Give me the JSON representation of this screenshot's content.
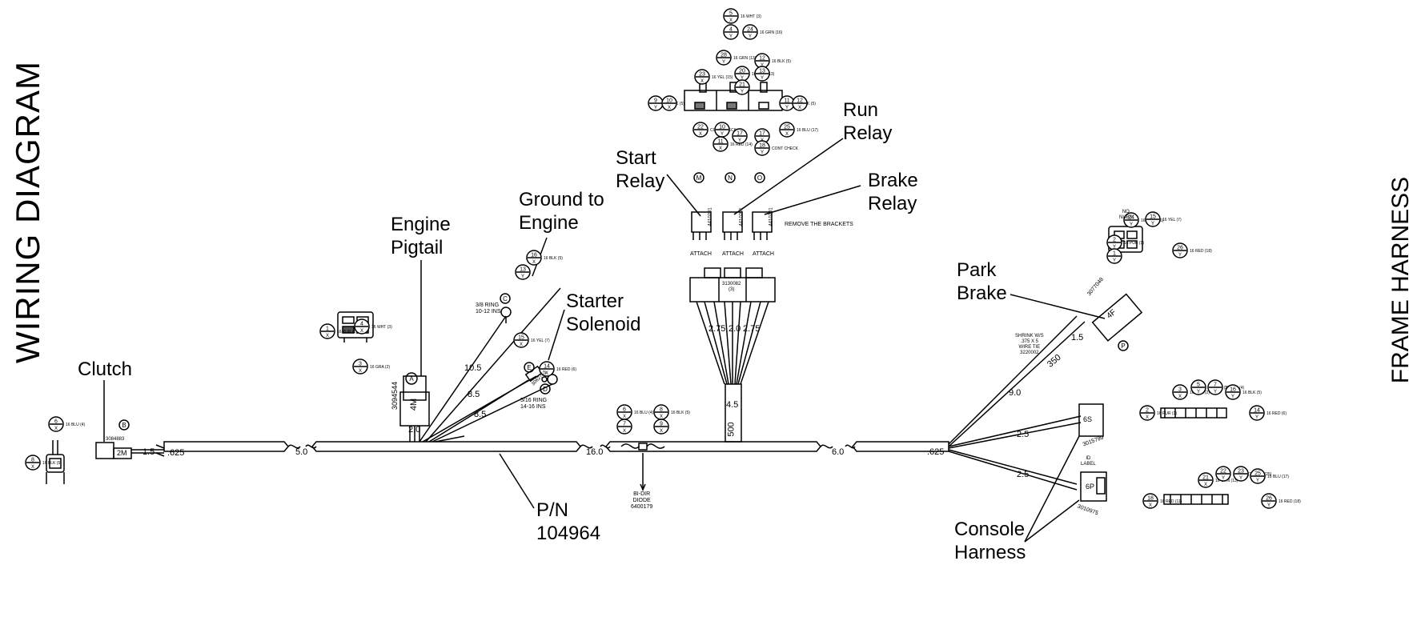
{
  "page_title": "WIRING DIAGRAM",
  "side_title": "FRAME HARNESS",
  "callouts": {
    "clutch": "Clutch",
    "engine_pigtail": "Engine\nPigtail",
    "ground_to_engine": "Ground to\nEngine",
    "starter_solenoid": "Starter\nSolenoid",
    "start_relay": "Start\nRelay",
    "run_relay": "Run\nRelay",
    "brake_relay": "Brake\nRelay",
    "park_brake": "Park\nBrake",
    "part_number": "P/N\n104964",
    "console_harness": "Console\nHarness"
  },
  "dimensions": {
    "d_0625_left": ".625",
    "d_1_5": "1.5",
    "d_5_0": "5.0",
    "d_2_0": "2.0",
    "d_10_5": "10.5",
    "d_8_5a": "8.5",
    "d_8_5b": "8.5",
    "d_16_0": "16.0",
    "d_4_5": "4.5",
    "d_500": "500",
    "d_2_75a": "2.75",
    "d_2_0r": "2.0",
    "d_2_75b": "2.75",
    "d_6_0": "6.0",
    "d_0625_right": ".625",
    "d_9_0": "9.0",
    "d_2_5a": "2.5",
    "d_2_5b": "2.5",
    "d_1_5r": "1.5",
    "d_350": "350"
  },
  "small_text": {
    "remove_brackets": "REMOVE THE BRACKETS",
    "attach": "ATTACH",
    "relay_pn": "4410201",
    "relay_socket": "3130082",
    "relay_socket_qty": "(3)",
    "pigtail_pn": "3094544",
    "pigtail_code": "4M",
    "clutch_pn": "3084883",
    "clutch_code": "2M",
    "ring_38": "3/8 RING\n10-12 INS",
    "ring_516": "5/16 RING\n14-16 INS",
    "solenoid_pn": "3062753",
    "diode": "BI-DIR\nDIODE\n6400179",
    "shrink": "SHRINK W/S\n.375 X 5\nWIRE TIE\n3220002",
    "park_pn": "3077048",
    "console_pn1": "3015799",
    "console_pn2": "3010975",
    "id_label": "ID\nLABEL",
    "no_nubs": "NO\nNUBS",
    "cont_check": "CONT\nCHECK",
    "code_6s": "6S",
    "code_6p": "6P",
    "code_4f": "4F"
  },
  "wire_tags": {
    "clutch_wires": [
      [
        "6",
        "X",
        "16 BLU (4)"
      ],
      [
        "8",
        "X",
        "16 BLK (5)"
      ]
    ],
    "pigtail_wires": [
      [
        "1",
        "X",
        "16 PUR (1)"
      ],
      [
        "4",
        "X",
        "16 WHT (3)"
      ],
      [
        "3",
        "X",
        "16 GRA (2)"
      ]
    ],
    "ground_wire": [
      [
        "16",
        "X",
        "16 BLK (5)"
      ],
      [
        "13",
        "Y",
        ""
      ]
    ],
    "solenoid_wires": [
      [
        "15",
        "X",
        "16 YEL (7)"
      ],
      [
        "14",
        "X",
        "16 RED (6)"
      ]
    ],
    "diode_wires": [
      [
        "6",
        "X",
        "16 BLU (4)"
      ],
      [
        "7",
        "X",
        ""
      ],
      [
        "8",
        "X",
        "16 BLK (5)"
      ],
      [
        "9",
        "X",
        ""
      ]
    ],
    "relay_wires": [
      [
        "5",
        "X",
        "16 WHT (3)"
      ],
      [
        "4",
        "Y",
        ""
      ],
      [
        "24",
        "Y",
        "16 GRN (16)"
      ],
      [
        "28",
        "Y",
        "16 GRN (13)"
      ],
      [
        "23",
        "X",
        "16 YEL (15)"
      ],
      [
        "20",
        "Y",
        "16 GRN (13)"
      ],
      [
        "21",
        "Y",
        ""
      ],
      [
        "12",
        "Y",
        "16 BLK (5)"
      ],
      [
        "13",
        "Y",
        ""
      ],
      [
        "9",
        "Y",
        "16 BLK (5)"
      ],
      [
        "10",
        "X",
        ""
      ],
      [
        "11",
        "Y",
        "16 BLK (5)"
      ],
      [
        "12",
        "X",
        ""
      ],
      [
        "22",
        "X",
        "CONT CHECK"
      ],
      [
        "10",
        "Y",
        ""
      ],
      [
        "11",
        "X",
        "16 RED (14)"
      ],
      [
        "17",
        "Y",
        ""
      ],
      [
        "17",
        "X",
        ""
      ],
      [
        "18",
        "Y",
        "CONT CHECK"
      ],
      [
        "25",
        "X",
        "16 BLU (17)"
      ]
    ],
    "park_wires": [
      [
        "24",
        "Y",
        "16 GRN (16)"
      ],
      [
        "15",
        "Y",
        "16 YEL (7)"
      ],
      [
        "2",
        "Y",
        "16 PUR (1)"
      ],
      [
        "1",
        "Y",
        ""
      ],
      [
        "26",
        "Y",
        "16 RED (18)"
      ]
    ],
    "console1_wires": [
      [
        "3",
        "X",
        "16 GRA (2)"
      ],
      [
        "5",
        "Y",
        "16 WHT (3)"
      ],
      [
        "7",
        "Y",
        "16 BLU (4)"
      ],
      [
        "16",
        "Y",
        "16 BLK (5)"
      ],
      [
        "2",
        "X",
        "16 PUR (1)"
      ],
      [
        "14",
        "Y",
        "16 RED (6)"
      ]
    ],
    "console2_wires": [
      [
        "21",
        "X",
        "16 GRN (13)"
      ],
      [
        "22",
        "Y",
        "16 RED (14)"
      ],
      [
        "23",
        "Y",
        "16 YEL (25)"
      ],
      [
        "25",
        "Y",
        "16 BLU (17)"
      ],
      [
        "18",
        "X",
        "16 RED (11)"
      ],
      [
        "26",
        "Y",
        "16 RED (18)"
      ]
    ]
  },
  "circle_markers": [
    "A",
    "B",
    "C",
    "D",
    "E",
    "M",
    "N",
    "O",
    "P"
  ]
}
